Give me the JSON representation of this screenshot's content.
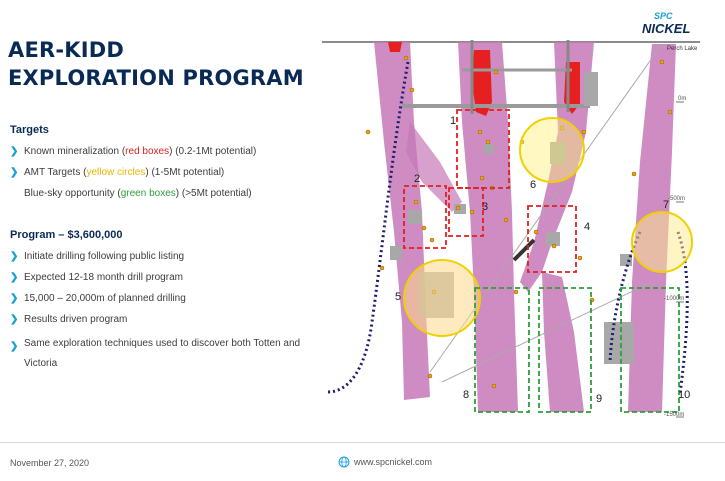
{
  "logo": {
    "line1": "SPC",
    "line2": "NICKEL"
  },
  "title": {
    "line1": "AER-KIDD",
    "line2": "EXPLORATION PROGRAM"
  },
  "targets": {
    "heading": "Targets",
    "items": [
      {
        "pre": "Known mineralization (",
        "hl": "red boxes",
        "post": ") (0.2-1Mt potential)"
      },
      {
        "pre": "AMT Targets (",
        "hl": "yellow circles",
        "post": ") (1-5Mt potential)"
      },
      {
        "pre": "Blue-sky opportunity (",
        "hl": "green boxes",
        "post": ") (>5Mt potential)"
      }
    ]
  },
  "program": {
    "heading": "Program – $3,600,000",
    "items": [
      "Initiate drilling following public listing",
      "Expected 12-18 month drill program",
      "15,000 – 20,000m of planned drilling",
      "Results driven program",
      "Same exploration techniques used to discover both Totten and Victoria"
    ]
  },
  "map": {
    "lake_label": "Perch Lake",
    "depth_labels": [
      "0m",
      "-500m",
      "-1000m",
      "-1500m"
    ],
    "target_numbers": [
      "1",
      "2",
      "3",
      "4",
      "5",
      "6",
      "7",
      "8",
      "9",
      "10"
    ]
  },
  "footer": {
    "date": "November 27, 2020",
    "website": "www.spcnickel.com"
  },
  "colors": {
    "navy": "#0a2a56",
    "accent": "#17a0d8",
    "red": "#e02020",
    "yellow": "#e6b700",
    "green": "#2e9e3a"
  }
}
